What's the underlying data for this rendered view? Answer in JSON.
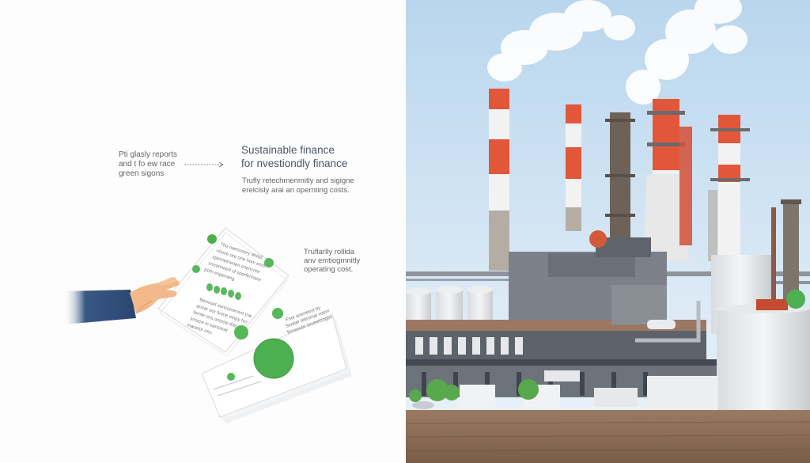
{
  "left": {
    "small_note": [
      "Pti glasly reports",
      "and t fo ew race",
      "green sigons"
    ],
    "heading": [
      "Sustainable finance",
      "for nvestiondly finance"
    ],
    "sub_note": [
      "Trufly retechmenmitly and sigigne",
      "erelcisly arai an opernting costs."
    ],
    "side_note": [
      "Truflarlly rollida",
      "anv emtiogmnitly",
      "operating cost."
    ],
    "doc1_lines": [
      "The naecosery anisd",
      "nouve ore one hom enid",
      "spernetnenen cnencnre",
      "sneanneed ol soerfennare",
      "pom espenang"
    ],
    "doc1_lower": [
      "Benoset suncurrensnt yve",
      "ansar oor fvone einpy fvo",
      "fomfe ons onome thie",
      "snsere in eansarat",
      "macelor oss."
    ],
    "doc2_lines": [
      "Fsor aneneoyt by",
      "Sweier tiilenmal voem",
      "finnessbr sirueelooges"
    ]
  },
  "colors": {
    "accent_green": "#4caf50",
    "sleeve_blue": "#2d4a75",
    "skin": "#f2b98a",
    "sky": "#cfe4f5",
    "chimney_red": "#e2563a"
  },
  "icons": [
    "arrow-right-icon",
    "hand-icon",
    "green-circle-icon"
  ]
}
